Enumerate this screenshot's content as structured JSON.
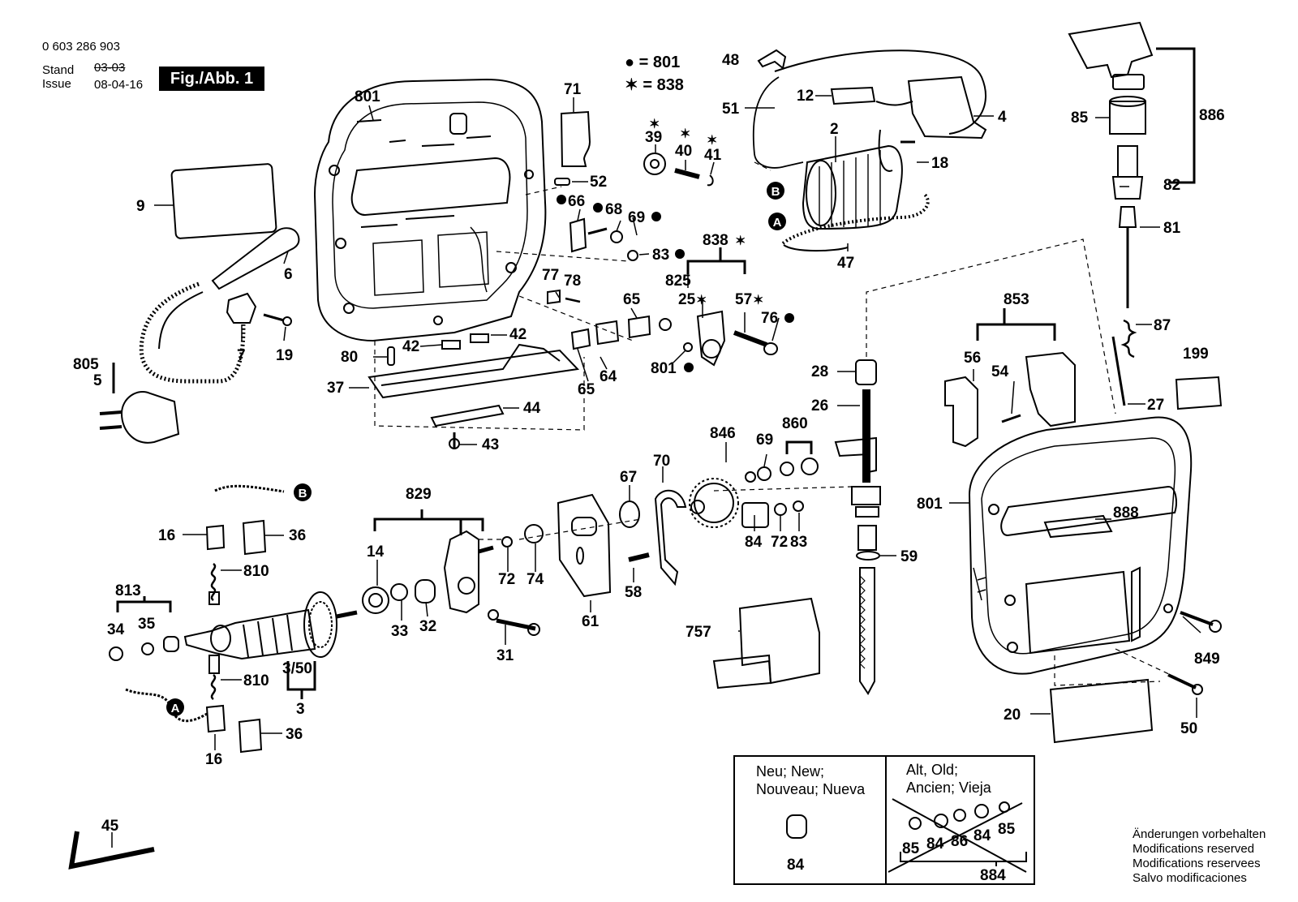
{
  "header": {
    "part_number": "0 603 286 903",
    "stand_label": "Stand",
    "issue_label": "Issue",
    "old_date": "03-03",
    "new_date": "08-04-16",
    "figure": "Fig./Abb. 1"
  },
  "legend": [
    {
      "symbol": "●",
      "eq": "= 801"
    },
    {
      "symbol": "✶",
      "eq": "= 838"
    }
  ],
  "new_old_box": {
    "new_lines": [
      "Neu; New;",
      "Nouveau; Nueva"
    ],
    "old_lines": [
      "Alt, Old;",
      "Ancien; Vieja"
    ],
    "new_part": "84",
    "old_parts": [
      "85",
      "84",
      "86",
      "84",
      "85"
    ],
    "old_set": "884"
  },
  "notes": [
    "Änderungen vorbehalten",
    "Modifications reserved",
    "Modifications reservees",
    "Salvo modificaciones"
  ],
  "part_labels": [
    {
      "id": "lbl-801a",
      "text": "801"
    },
    {
      "id": "lbl-71",
      "text": "71"
    },
    {
      "id": "lbl-9",
      "text": "9"
    },
    {
      "id": "lbl-52",
      "text": "52"
    },
    {
      "id": "lbl-66",
      "text": "66"
    },
    {
      "id": "lbl-68",
      "text": "68"
    },
    {
      "id": "lbl-69",
      "text": "69"
    },
    {
      "id": "lbl-83a",
      "text": "83"
    },
    {
      "id": "lbl-6",
      "text": "6"
    },
    {
      "id": "lbl-7",
      "text": "7"
    },
    {
      "id": "lbl-19",
      "text": "19"
    },
    {
      "id": "lbl-805",
      "text": "805"
    },
    {
      "id": "lbl-5",
      "text": "5"
    },
    {
      "id": "lbl-80",
      "text": "80"
    },
    {
      "id": "lbl-42a",
      "text": "42"
    },
    {
      "id": "lbl-42b",
      "text": "42"
    },
    {
      "id": "lbl-37",
      "text": "37"
    },
    {
      "id": "lbl-44",
      "text": "44"
    },
    {
      "id": "lbl-43",
      "text": "43"
    },
    {
      "id": "lbl-77",
      "text": "77"
    },
    {
      "id": "lbl-78",
      "text": "78"
    },
    {
      "id": "lbl-65a",
      "text": "65"
    },
    {
      "id": "lbl-65b",
      "text": "65"
    },
    {
      "id": "lbl-64",
      "text": "64"
    },
    {
      "id": "lbl-825",
      "text": "825"
    },
    {
      "id": "lbl-838",
      "text": "838"
    },
    {
      "id": "lbl-25",
      "text": "25"
    },
    {
      "id": "lbl-57",
      "text": "57"
    },
    {
      "id": "lbl-76",
      "text": "76"
    },
    {
      "id": "lbl-801b",
      "text": "801"
    },
    {
      "id": "lbl-39",
      "text": "39"
    },
    {
      "id": "lbl-40",
      "text": "40"
    },
    {
      "id": "lbl-41",
      "text": "41"
    },
    {
      "id": "lbl-48",
      "text": "48"
    },
    {
      "id": "lbl-51",
      "text": "51"
    },
    {
      "id": "lbl-12",
      "text": "12"
    },
    {
      "id": "lbl-4",
      "text": "4"
    },
    {
      "id": "lbl-2",
      "text": "2"
    },
    {
      "id": "lbl-18",
      "text": "18"
    },
    {
      "id": "lbl-47",
      "text": "47"
    },
    {
      "id": "lbl-886",
      "text": "886"
    },
    {
      "id": "lbl-85",
      "text": "85"
    },
    {
      "id": "lbl-82",
      "text": "82"
    },
    {
      "id": "lbl-81",
      "text": "81"
    },
    {
      "id": "lbl-87",
      "text": "87"
    },
    {
      "id": "lbl-199",
      "text": "199"
    },
    {
      "id": "lbl-27",
      "text": "27"
    },
    {
      "id": "lbl-853",
      "text": "853"
    },
    {
      "id": "lbl-56",
      "text": "56"
    },
    {
      "id": "lbl-54",
      "text": "54"
    },
    {
      "id": "lbl-28",
      "text": "28"
    },
    {
      "id": "lbl-26",
      "text": "26"
    },
    {
      "id": "lbl-846",
      "text": "846"
    },
    {
      "id": "lbl-69b",
      "text": "69"
    },
    {
      "id": "lbl-860",
      "text": "860"
    },
    {
      "id": "lbl-70",
      "text": "70"
    },
    {
      "id": "lbl-67",
      "text": "67"
    },
    {
      "id": "lbl-829",
      "text": "829"
    },
    {
      "id": "lbl-14",
      "text": "14"
    },
    {
      "id": "lbl-72a",
      "text": "72"
    },
    {
      "id": "lbl-74",
      "text": "74"
    },
    {
      "id": "lbl-33",
      "text": "33"
    },
    {
      "id": "lbl-32",
      "text": "32"
    },
    {
      "id": "lbl-31",
      "text": "31"
    },
    {
      "id": "lbl-61",
      "text": "61"
    },
    {
      "id": "lbl-58",
      "text": "58"
    },
    {
      "id": "lbl-84",
      "text": "84"
    },
    {
      "id": "lbl-72b",
      "text": "72"
    },
    {
      "id": "lbl-83b",
      "text": "83"
    },
    {
      "id": "lbl-59",
      "text": "59"
    },
    {
      "id": "lbl-757",
      "text": "757"
    },
    {
      "id": "lbl-801c",
      "text": "801"
    },
    {
      "id": "lbl-888",
      "text": "888"
    },
    {
      "id": "lbl-849",
      "text": "849"
    },
    {
      "id": "lbl-20",
      "text": "20"
    },
    {
      "id": "lbl-50",
      "text": "50"
    },
    {
      "id": "lbl-16a",
      "text": "16"
    },
    {
      "id": "lbl-36a",
      "text": "36"
    },
    {
      "id": "lbl-810a",
      "text": "810"
    },
    {
      "id": "lbl-813",
      "text": "813"
    },
    {
      "id": "lbl-34",
      "text": "34"
    },
    {
      "id": "lbl-35",
      "text": "35"
    },
    {
      "id": "lbl-350",
      "text": "3/50"
    },
    {
      "id": "lbl-3",
      "text": "3"
    },
    {
      "id": "lbl-810b",
      "text": "810"
    },
    {
      "id": "lbl-16b",
      "text": "16"
    },
    {
      "id": "lbl-36b",
      "text": "36"
    },
    {
      "id": "lbl-45",
      "text": "45"
    }
  ],
  "connectors": [
    {
      "id": "conn-A1",
      "text": "A"
    },
    {
      "id": "conn-B1",
      "text": "B"
    },
    {
      "id": "conn-B2",
      "text": "B"
    },
    {
      "id": "conn-A2",
      "text": "A"
    }
  ]
}
